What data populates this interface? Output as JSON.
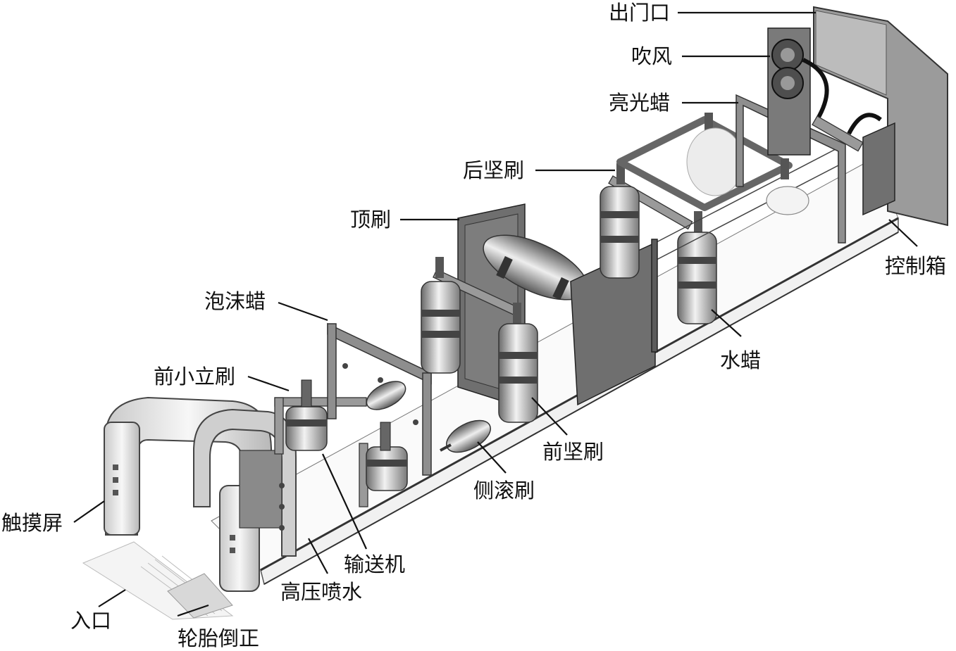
{
  "labels": {
    "exit": "出门口",
    "blower": "吹风",
    "gloss_wax": "亮光蜡",
    "rear_vertical_brush": "后坚刷",
    "top_brush": "顶刷",
    "control_box": "控制箱",
    "foam_wax": "泡沫蜡",
    "water_wax": "水蜡",
    "front_small_brush": "前小立刷",
    "front_vertical_brush": "前坚刷",
    "side_roll_brush": "侧滚刷",
    "touch_screen": "触摸屏",
    "conveyor": "输送机",
    "high_pressure_spray": "高压喷水",
    "entrance": "入口",
    "tire_alignment": "轮胎倒正"
  }
}
